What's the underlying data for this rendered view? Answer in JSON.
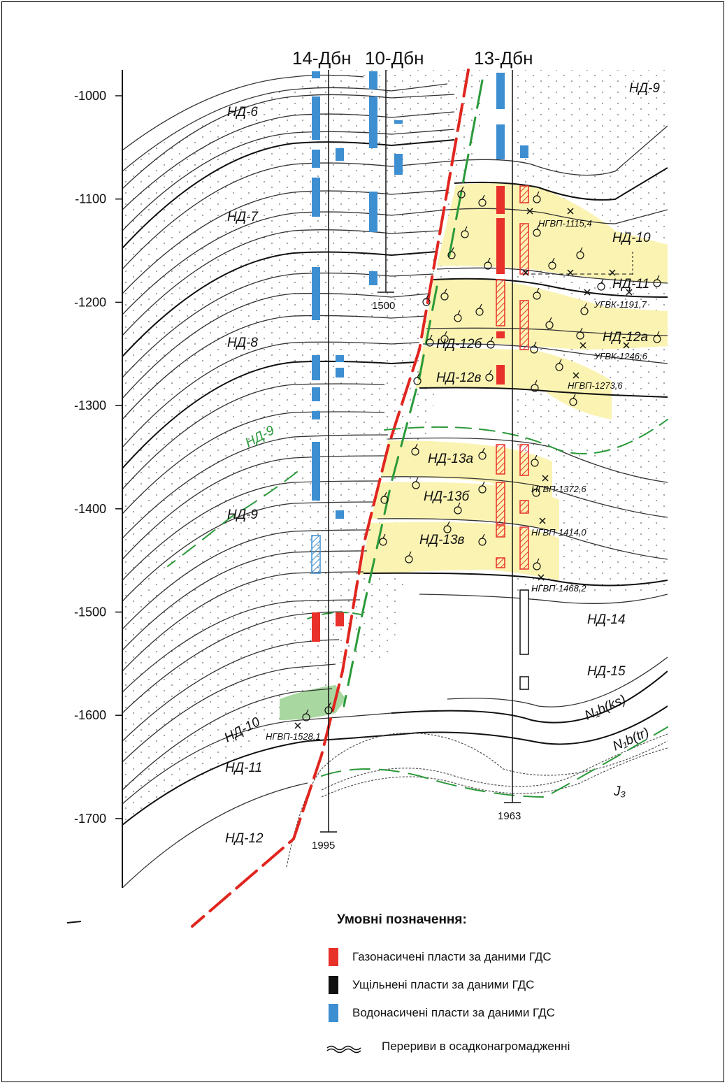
{
  "wells": [
    {
      "name": "14-Дбн",
      "td": "1995"
    },
    {
      "name": "10-Дбн",
      "td": "1500"
    },
    {
      "name": "13-Дбн",
      "td": "1963"
    }
  ],
  "depth_axis": {
    "ticks": [
      "-1000",
      "-1100",
      "-1200",
      "-1300",
      "-1400",
      "-1500",
      "-1600",
      "-1700"
    ]
  },
  "layer_labels": [
    "НД-6",
    "НД-7",
    "НД-8",
    "НД-9",
    "НД-9",
    "НД-10",
    "НД-11",
    "НД-12",
    "НД-9",
    "НД-10",
    "НД-11",
    "НД-12а",
    "НД-12б",
    "НД-12в",
    "НД-13а",
    "НД-13б",
    "НД-13в",
    "НД-14",
    "НД-15"
  ],
  "contacts": [
    "НГВП-1115,4",
    "УГВК-1191,7",
    "УГВК-1246,6",
    "НГВП-1273,6",
    "НГВП-1372,6",
    "НГВП-1414,0",
    "НГВП-1468,2",
    "НГВП-1528,1"
  ],
  "strat_labels": {
    "nb_ks": "N₁b(ks)",
    "nb_tr": "N₁b(tr)",
    "j3": "J₃"
  },
  "colors": {
    "gas": "#e8312a",
    "dense": "#111111",
    "water": "#3d8fd1",
    "fault_red": "#e0261f",
    "fault_green": "#2a9a3a",
    "gas_zone": "#fbf3b2",
    "gas_zone_green": "#a8d8a0"
  },
  "legend": {
    "title": "Умовні позначення:",
    "items": [
      {
        "label": "Газонасичені пласти за даними ГДС",
        "color": "#e8312a"
      },
      {
        "label": "Ущільнені пласти за даними ГДС",
        "color": "#111111"
      },
      {
        "label": "Водонасичені пласти за даними ГДС",
        "color": "#3d8fd1"
      }
    ],
    "unconformity": "Перериви в осадконагромадженні"
  }
}
